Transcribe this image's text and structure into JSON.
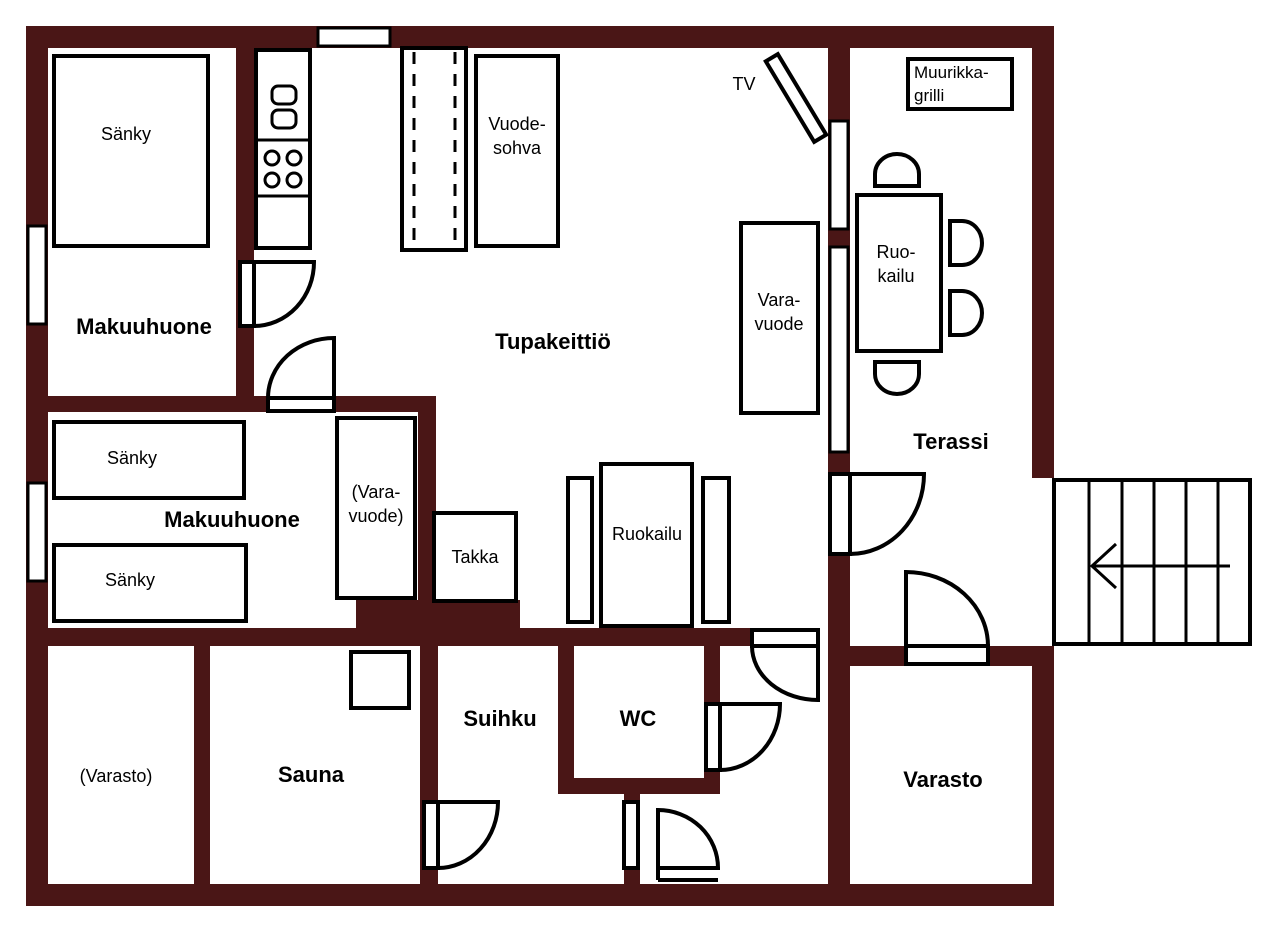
{
  "colors": {
    "wall": "#4a1616",
    "line": "#000000",
    "background": "#ffffff"
  },
  "rooms": {
    "makuuhuone_1": "Makuuhuone",
    "makuuhuone_2": "Makuuhuone",
    "tupakeittio": "Tupakeittiö",
    "terassi": "Terassi",
    "sauna": "Sauna",
    "suihku": "Suihku",
    "wc": "WC",
    "varasto_1": "(Varasto)",
    "varasto_2": "Varasto"
  },
  "furniture": {
    "sanky_1": "Sänky",
    "sanky_2": "Sänky",
    "sanky_3": "Sänky",
    "vara_vuode_paren": [
      "(Vara-",
      "vuode)"
    ],
    "vuodesohva": [
      "Vuode-",
      "sohva"
    ],
    "tv": "TV",
    "varavuode": [
      "Vara-",
      "vuode"
    ],
    "ruokailu_terassi": [
      "Ruo-",
      "kailu"
    ],
    "muurikkagrilli": [
      "Muurikka-",
      "grilli"
    ],
    "takka": "Takka",
    "ruokailu_tupa": "Ruokailu"
  }
}
